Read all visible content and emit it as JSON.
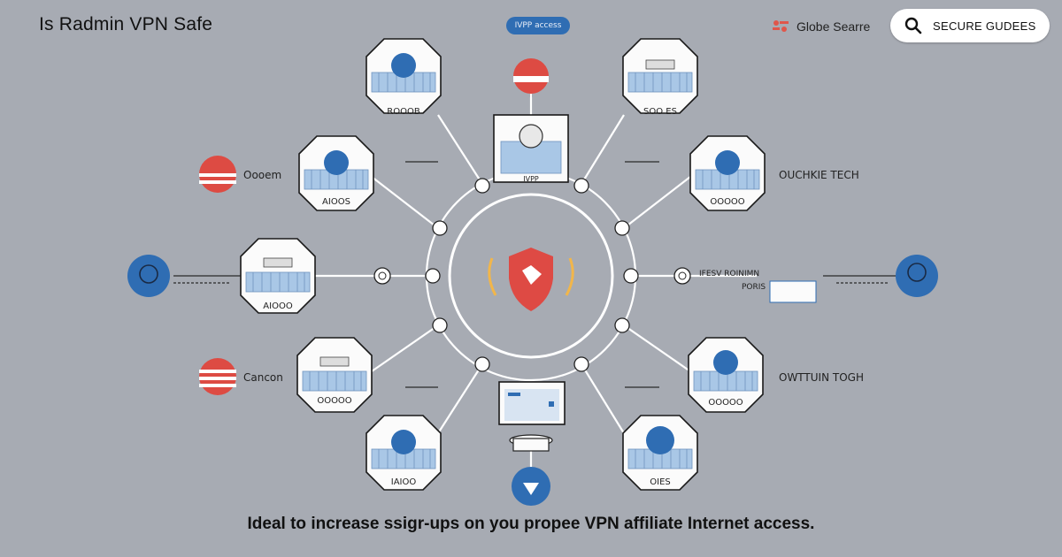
{
  "header": {
    "title": "Is Radmin  VPN Safe",
    "badge": "IVPP access",
    "brand_name": "Globe Searre",
    "search_label": "SECURE GUDEES"
  },
  "nodes": {
    "top_left": "ROOOB",
    "mid_left": "AIOOS",
    "left": "AIOOO",
    "bottom_left_mid": "OOOOO",
    "bottom_left": "IAIOO",
    "top_center": "IVPP",
    "top_right": "SOO ES",
    "mid_right": "OOOOO",
    "bottom_right_mid": "OOOOO",
    "bottom_right": "OIES"
  },
  "side_labels": {
    "left_top": "Oooem",
    "left_bottom": "Cancon",
    "right_top": "OUCHKIE TECH",
    "right_bottom": "OWTTUIN TOGH",
    "right_mid_line1": "IFESV ROINIMN",
    "right_mid_line2": "PORIS"
  },
  "caption": "Ideal to increase ssigr-ups on you propee VPN affiliate Internet access.",
  "colors": {
    "background": "#a7abb3",
    "shield": "#de4a44",
    "accent_blue": "#2f6db3",
    "flag_red": "#dd4b43",
    "glow": "#f2b64a"
  }
}
